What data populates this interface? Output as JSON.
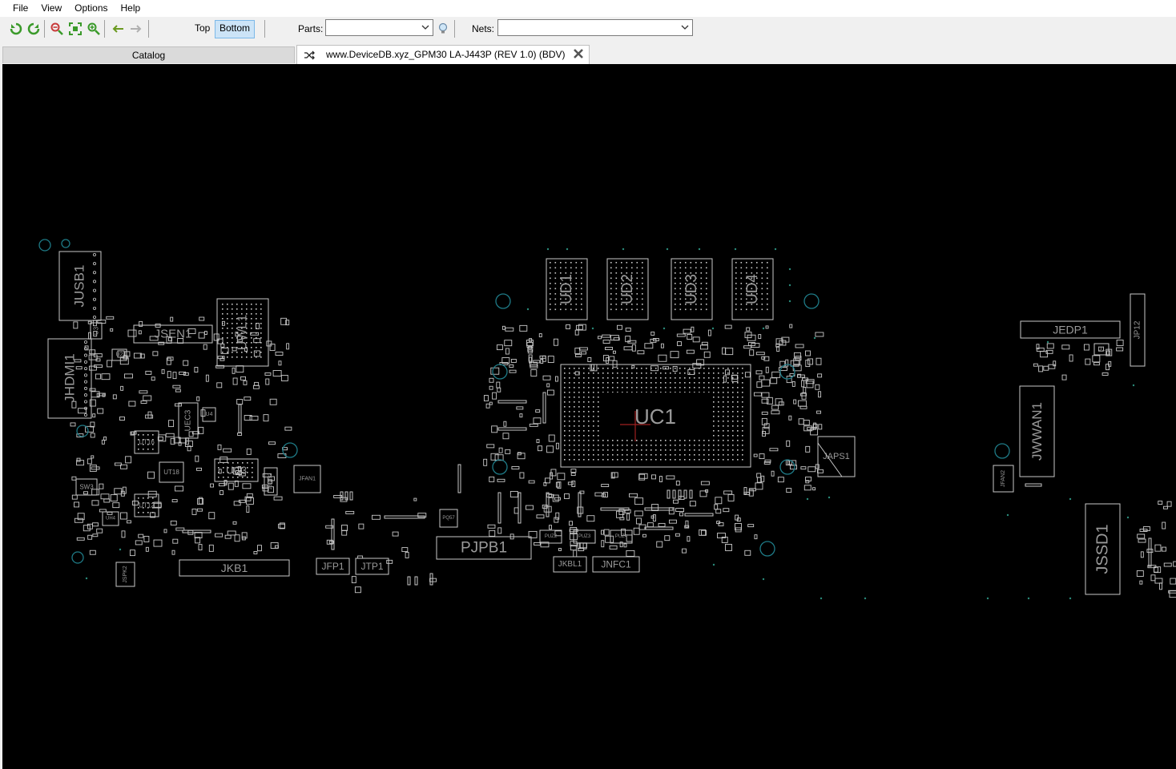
{
  "menu": {
    "file": "File",
    "view": "View",
    "options": "Options",
    "help": "Help"
  },
  "toolbar": {
    "top_label": "Top",
    "bottom_label": "Bottom",
    "active_layer": "Bottom",
    "parts_label": "Parts:",
    "parts_value": "",
    "nets_label": "Nets:",
    "nets_value": ""
  },
  "tabs": {
    "catalog": "Catalog",
    "document": "www.DeviceDB.xyz_GPM30 LA-J443P (REV 1.0) (BDV)"
  },
  "board": {
    "background": "#000000",
    "outline_color": "#c8c8c8",
    "label_color": "#9a9a9a",
    "hole_color": "#1e7a86",
    "cursor_color": "#a02020",
    "labels": {
      "usb": "JUSB1",
      "hdmi": "JHDMI1",
      "sen": "JSEN1",
      "wlan": "UWL1",
      "ud1": "UD1",
      "ud2": "UD2",
      "ud3": "UD3",
      "ud4": "UD4",
      "uc1": "UC1",
      "uc3": "UC3",
      "uec3": "UEC3",
      "jkb": "JKB1",
      "jfp": "JFP1",
      "jtp": "JTP1",
      "pjpb": "PJPB1",
      "jkbl": "JKBL1",
      "jnfc": "JNFC1",
      "japs": "JAPS1",
      "jedp": "JEDP1",
      "jp12": "JP12",
      "jwwan": "JWWAN1",
      "jssd": "JSSD1",
      "jfan1": "JFAN1",
      "jfan2": "JFAN2",
      "ut16": "UT16",
      "ut18": "UT18",
      "ut12": "UT12",
      "sw3": "SW3",
      "u3": "U3",
      "u2": "U2",
      "u4": "U4",
      "u1": "U1",
      "jspk": "JSPK2",
      "pq57": "PQ57",
      "puz2": "PUZ2",
      "puz3": "PUZ3",
      "puz4": "PUZ4",
      "jbios": "JBIOS2",
      "uh4": "UH4"
    }
  }
}
